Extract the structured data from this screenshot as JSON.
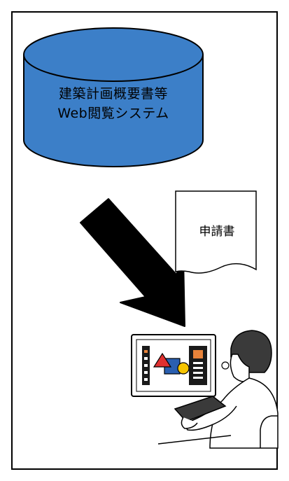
{
  "database": {
    "line1": "建築計画概要書等",
    "line2": "Web閲覧システム",
    "fill_color": "#3c7fc8"
  },
  "document": {
    "label": "申請書"
  },
  "icons": [
    "database-cylinder-icon",
    "download-arrow-icon",
    "document-icon",
    "person-at-computer-icon"
  ]
}
